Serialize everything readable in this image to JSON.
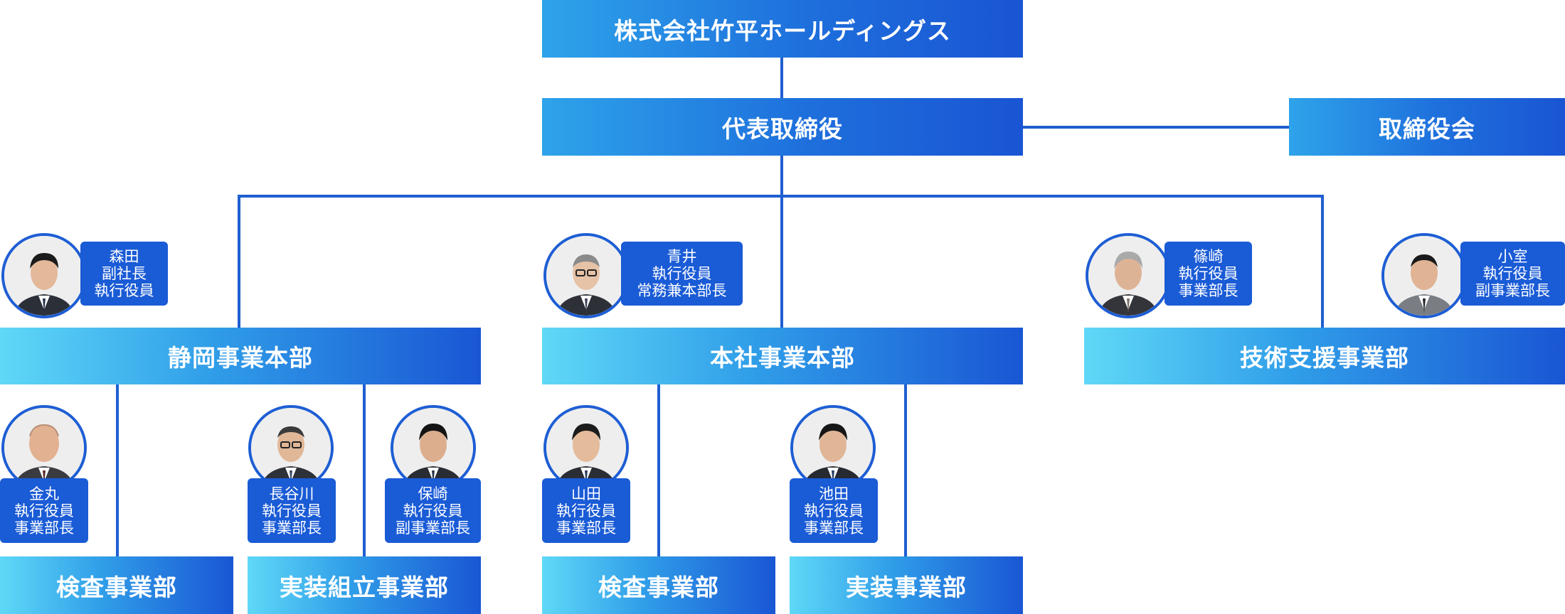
{
  "company": "株式会社竹平ホールディングス",
  "representative": "代表取締役",
  "board": "取締役会",
  "divisions": {
    "shizuoka": "静岡事業本部",
    "honsha": "本社事業本部",
    "gijutsu": "技術支援事業部"
  },
  "departments": {
    "shizuoka_kensa": "検査事業部",
    "shizuoka_jisso_kumitate": "実装組立事業部",
    "honsha_kensa": "検査事業部",
    "honsha_jisso": "実装事業部"
  },
  "people": {
    "morita": {
      "name": "森田",
      "lines": [
        "副社長",
        "執行役員"
      ]
    },
    "aoi": {
      "name": "青井",
      "lines": [
        "執行役員",
        "常務兼本部長"
      ]
    },
    "shinozaki": {
      "name": "篠崎",
      "lines": [
        "執行役員",
        "事業部長"
      ]
    },
    "komuro": {
      "name": "小室",
      "lines": [
        "執行役員",
        "副事業部長"
      ]
    },
    "kanamaru": {
      "name": "金丸",
      "lines": [
        "執行役員",
        "事業部長"
      ]
    },
    "hasegawa": {
      "name": "長谷川",
      "lines": [
        "執行役員",
        "事業部長"
      ]
    },
    "hozaki": {
      "name": "保崎",
      "lines": [
        "執行役員",
        "副事業部長"
      ]
    },
    "yamada": {
      "name": "山田",
      "lines": [
        "執行役員",
        "事業部長"
      ]
    },
    "ikeda": {
      "name": "池田",
      "lines": [
        "執行役員",
        "事業部長"
      ]
    }
  }
}
